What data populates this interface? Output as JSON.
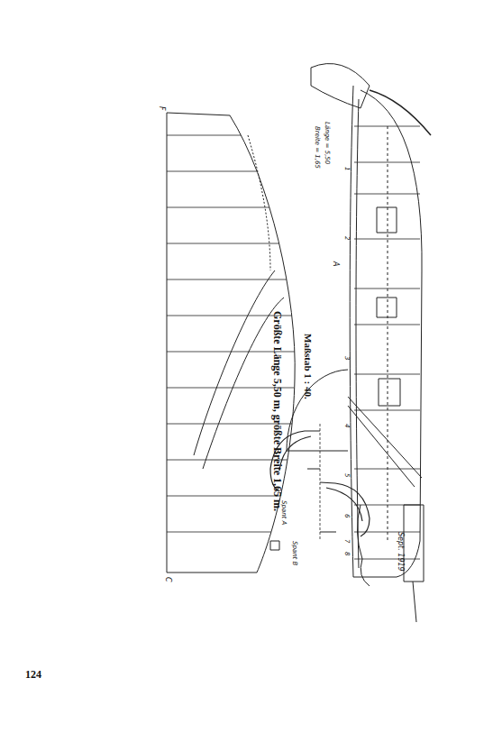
{
  "diagram": {
    "caption": "Größte Länge 5,50 m, größte Breite 1,65 m.",
    "labels": [
      "Maßstab 1 : 40.",
      "124",
      "Länge = 5,50",
      "Breite = 1,65",
      "1",
      "2",
      "A",
      "3",
      "4",
      "5",
      "6",
      "7",
      "8",
      "F",
      "C",
      "Spant A",
      "Spant B",
      "Sept. 1919"
    ]
  }
}
